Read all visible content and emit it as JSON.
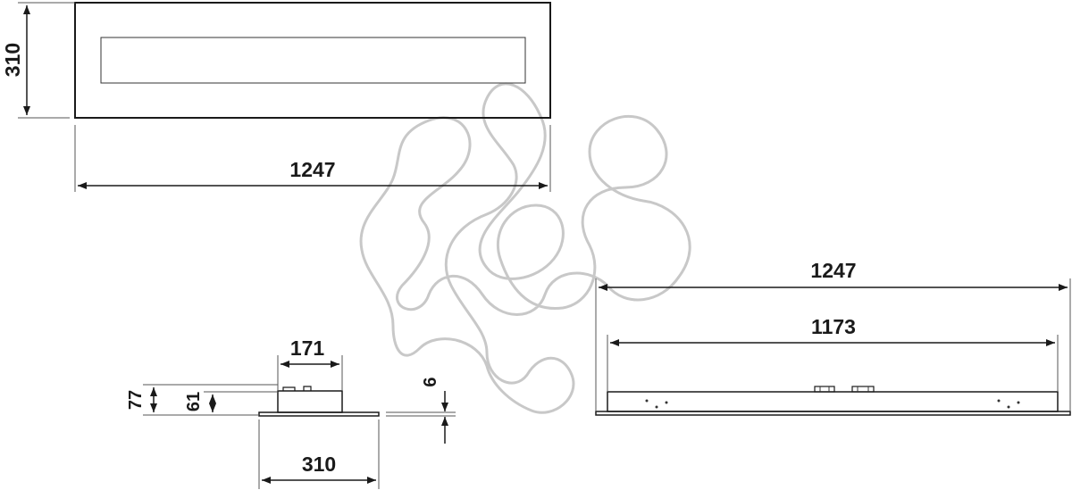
{
  "watermark": {
    "icon": "philips-curved-loop-logo"
  },
  "top_view": {
    "height_label": "310",
    "length_label": "1247"
  },
  "side_view": {
    "total_length_label": "1247",
    "inner_length_label": "1173"
  },
  "section_view": {
    "width_top_label": "171",
    "height_total_label": "77",
    "height_body_label": "61",
    "width_bottom_label": "310",
    "flange_label": "6"
  }
}
